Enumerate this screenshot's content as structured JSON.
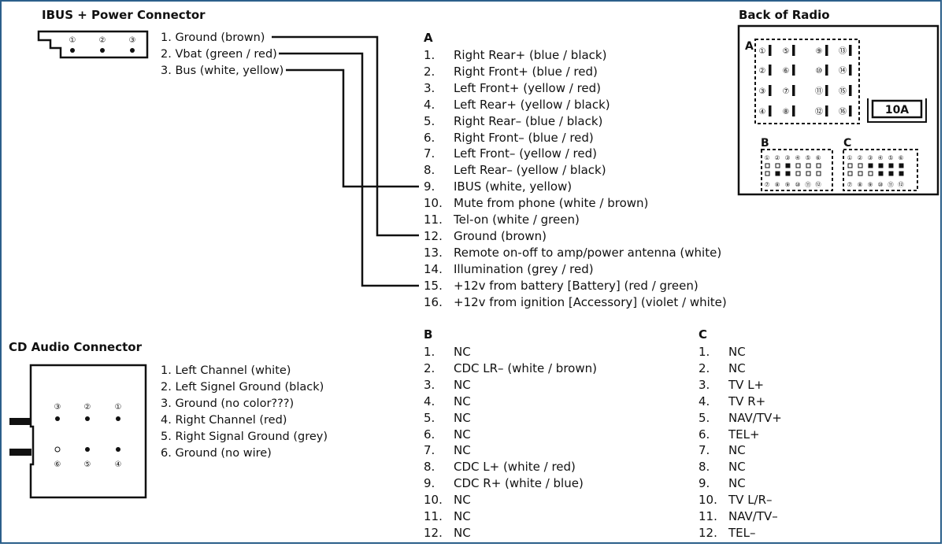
{
  "ibus_connector": {
    "title": "IBUS + Power Connector",
    "pin_numbers": [
      "①",
      "②",
      "③"
    ],
    "wires": [
      "1. Ground (brown)",
      "2. Vbat (green / red)",
      "3. Bus (white, yellow)"
    ]
  },
  "back_of_radio": {
    "title": "Back of Radio",
    "block_a": {
      "label": "A",
      "pins": [
        "①",
        "⑤",
        "⑨",
        "⑬",
        "②",
        "⑥",
        "⑩",
        "⑭",
        "③",
        "⑦",
        "⑪",
        "⑮",
        "④",
        "⑧",
        "⑫",
        "⑯"
      ]
    },
    "fuse": "10A",
    "block_b": {
      "label": "B",
      "top": [
        "①",
        "②",
        "③",
        "④",
        "⑤",
        "⑥"
      ],
      "bottom": [
        "⑦",
        "⑧",
        "⑨",
        "⑩",
        "⑪",
        "⑫"
      ]
    },
    "block_c": {
      "label": "C",
      "top": [
        "①",
        "②",
        "③",
        "④",
        "⑤",
        "⑥"
      ],
      "bottom": [
        "⑦",
        "⑧",
        "⑨",
        "⑩",
        "⑪",
        "⑫"
      ]
    }
  },
  "section_a": {
    "label": "A",
    "pins": [
      {
        "n": "1.",
        "desc": "Right Rear+ (blue / black)"
      },
      {
        "n": "2.",
        "desc": "Right Front+ (blue / red)"
      },
      {
        "n": "3.",
        "desc": "Left Front+ (yellow / red)"
      },
      {
        "n": "4.",
        "desc": "Left Rear+ (yellow / black)"
      },
      {
        "n": "5.",
        "desc": "Right Rear– (blue / black)"
      },
      {
        "n": "6.",
        "desc": "Right Front– (blue / red)"
      },
      {
        "n": "7.",
        "desc": "Left Front– (yellow / red)"
      },
      {
        "n": "8.",
        "desc": "Left Rear– (yellow / black)"
      },
      {
        "n": "9.",
        "desc": "IBUS (white, yellow)"
      },
      {
        "n": "10.",
        "desc": "Mute from phone (white / brown)"
      },
      {
        "n": "11.",
        "desc": "Tel-on (white / green)"
      },
      {
        "n": "12.",
        "desc": "Ground (brown)"
      },
      {
        "n": "13.",
        "desc": "Remote on-off to amp/power antenna (white)"
      },
      {
        "n": "14.",
        "desc": "Illumination (grey / red)"
      },
      {
        "n": "15.",
        "desc": "+12v from battery [Battery] (red / green)"
      },
      {
        "n": "16.",
        "desc": "+12v from ignition [Accessory] (violet / white)"
      }
    ]
  },
  "section_b": {
    "label": "B",
    "pins": [
      {
        "n": "1.",
        "desc": "NC"
      },
      {
        "n": "2.",
        "desc": "CDC LR– (white / brown)"
      },
      {
        "n": "3.",
        "desc": "NC"
      },
      {
        "n": "4.",
        "desc": "NC"
      },
      {
        "n": "5.",
        "desc": "NC"
      },
      {
        "n": "6.",
        "desc": "NC"
      },
      {
        "n": "7.",
        "desc": "NC"
      },
      {
        "n": "8.",
        "desc": "CDC L+ (white / red)"
      },
      {
        "n": "9.",
        "desc": "CDC R+ (white / blue)"
      },
      {
        "n": "10.",
        "desc": "NC"
      },
      {
        "n": "11.",
        "desc": "NC"
      },
      {
        "n": "12.",
        "desc": "NC"
      }
    ]
  },
  "section_c": {
    "label": "C",
    "pins": [
      {
        "n": "1.",
        "desc": "NC"
      },
      {
        "n": "2.",
        "desc": "NC"
      },
      {
        "n": "3.",
        "desc": "TV L+"
      },
      {
        "n": "4.",
        "desc": "TV R+"
      },
      {
        "n": "5.",
        "desc": "NAV/TV+"
      },
      {
        "n": "6.",
        "desc": "TEL+"
      },
      {
        "n": "7.",
        "desc": "NC"
      },
      {
        "n": "8.",
        "desc": "NC"
      },
      {
        "n": "9.",
        "desc": "NC"
      },
      {
        "n": "10.",
        "desc": "TV L/R–"
      },
      {
        "n": "11.",
        "desc": "NAV/TV–"
      },
      {
        "n": "12.",
        "desc": "TEL–"
      }
    ]
  },
  "cd_connector": {
    "title": "CD Audio Connector",
    "top_pins": [
      "③",
      "②",
      "①"
    ],
    "bottom_pins": [
      "⑥",
      "⑤",
      "④"
    ],
    "wires": [
      "1. Left Channel (white)",
      "2. Left Signel Ground (black)",
      "3. Ground (no color???)",
      "4. Right Channel (red)",
      "5. Right Signal Ground (grey)",
      "6. Ground (no wire)"
    ]
  }
}
